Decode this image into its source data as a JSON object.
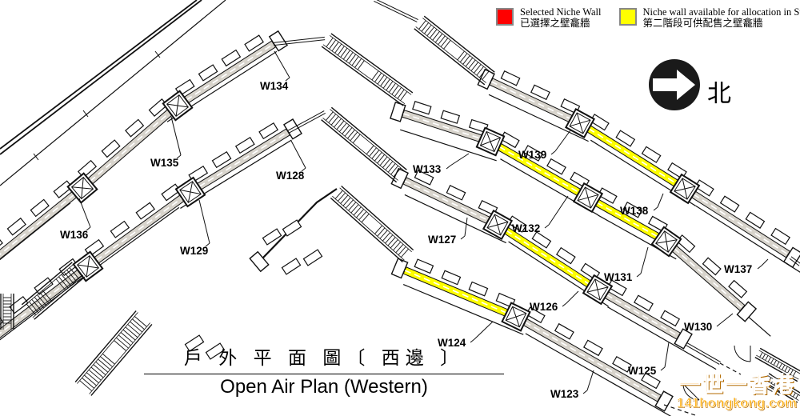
{
  "legend": {
    "items": [
      {
        "key": "selected",
        "en": "Selected Niche Wall",
        "zh": "已選擇之壁龕牆"
      },
      {
        "key": "stage2",
        "en": "Niche wall available for allocation in Stage II",
        "zh": "第二階段可供配售之壁龕牆"
      }
    ]
  },
  "north": {
    "label": "北"
  },
  "title": {
    "zh": "戶 外 平 面 圖〔 西邊 〕",
    "en": "Open Air Plan (Western)"
  },
  "watermark": {
    "line1": "一世一香港",
    "line2": "141hongkong.com"
  },
  "colors": {
    "selected": "#ff0000",
    "stage2": "#ffff00",
    "wall_gray": "#d8d4cc",
    "line_black": "#111111",
    "watermark_orange": "#ff9900"
  },
  "walls": [
    {
      "id": "W123",
      "status": "standard"
    },
    {
      "id": "W124",
      "status": "stage2"
    },
    {
      "id": "W125",
      "status": "standard"
    },
    {
      "id": "W126",
      "status": "stage2"
    },
    {
      "id": "W127",
      "status": "standard"
    },
    {
      "id": "W128",
      "status": "standard"
    },
    {
      "id": "W129",
      "status": "standard"
    },
    {
      "id": "W130",
      "status": "standard"
    },
    {
      "id": "W131",
      "status": "stage2"
    },
    {
      "id": "W132",
      "status": "stage2"
    },
    {
      "id": "W133",
      "status": "standard"
    },
    {
      "id": "W134",
      "status": "standard"
    },
    {
      "id": "W135",
      "status": "standard"
    },
    {
      "id": "W136",
      "status": "standard"
    },
    {
      "id": "W137",
      "status": "standard"
    },
    {
      "id": "W138",
      "status": "stage2"
    },
    {
      "id": "W139",
      "status": "standard"
    }
  ]
}
